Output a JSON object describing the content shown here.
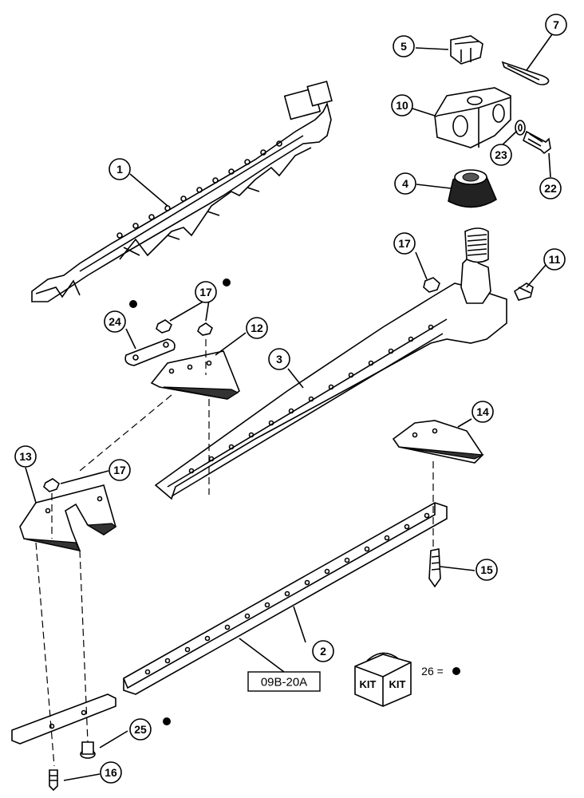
{
  "callouts": [
    {
      "id": "c1",
      "label": "1"
    },
    {
      "id": "c2",
      "label": "2"
    },
    {
      "id": "c3",
      "label": "3"
    },
    {
      "id": "c4",
      "label": "4"
    },
    {
      "id": "c5",
      "label": "5"
    },
    {
      "id": "c7",
      "label": "7"
    },
    {
      "id": "c10",
      "label": "10"
    },
    {
      "id": "c11",
      "label": "11"
    },
    {
      "id": "c12",
      "label": "12"
    },
    {
      "id": "c13",
      "label": "13"
    },
    {
      "id": "c14",
      "label": "14"
    },
    {
      "id": "c15",
      "label": "15"
    },
    {
      "id": "c16",
      "label": "16"
    },
    {
      "id": "c17a",
      "label": "17"
    },
    {
      "id": "c17b",
      "label": "17"
    },
    {
      "id": "c17c",
      "label": "17"
    },
    {
      "id": "c22",
      "label": "22"
    },
    {
      "id": "c23",
      "label": "23"
    },
    {
      "id": "c24",
      "label": "24"
    },
    {
      "id": "c25",
      "label": "25"
    }
  ],
  "figure_ref": "09B-20A",
  "kit": {
    "box_text_left": "KIT",
    "box_text_right": "KIT",
    "legend": "26 ="
  },
  "colors": {
    "line": "#000000",
    "background": "#ffffff"
  }
}
